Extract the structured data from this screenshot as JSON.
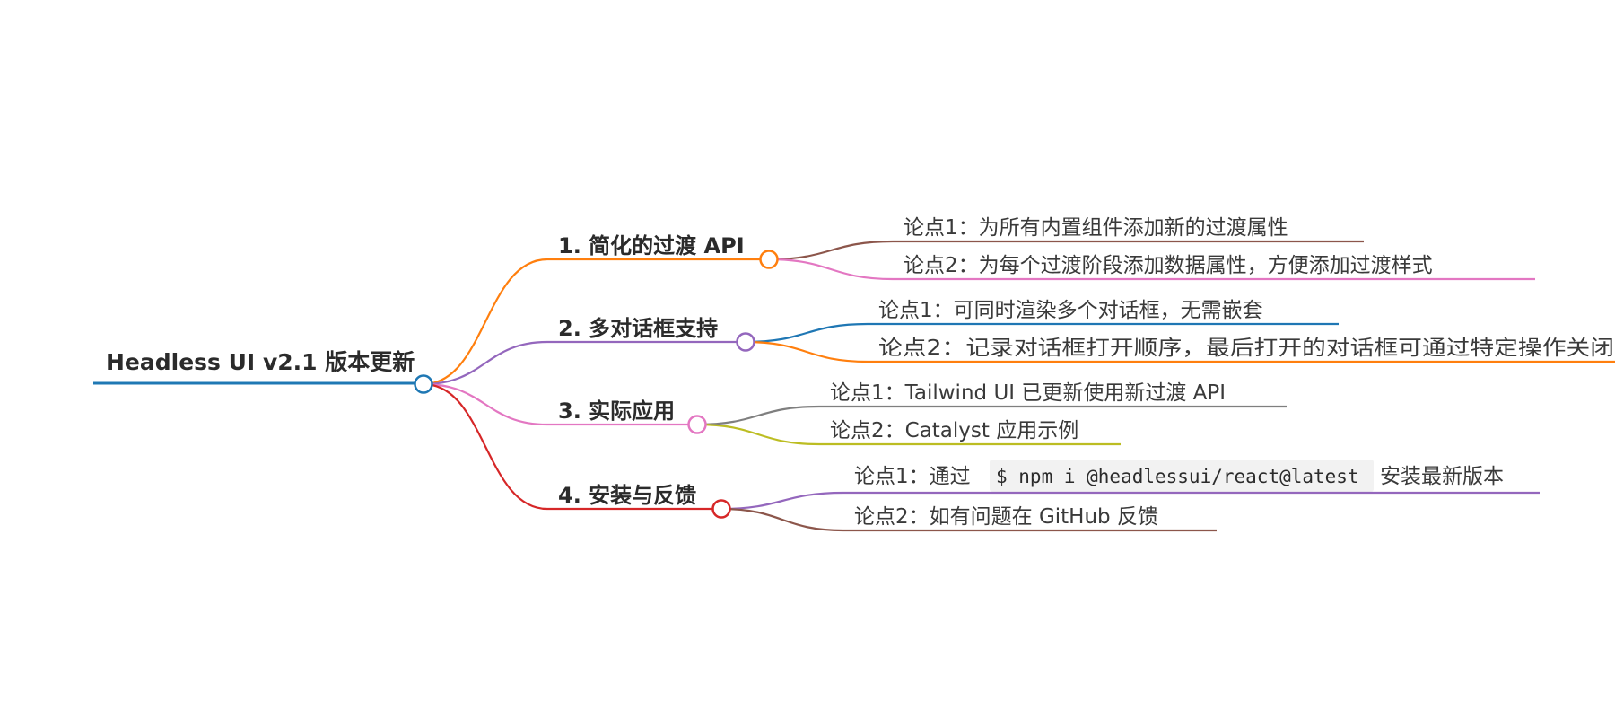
{
  "root": {
    "title": "Headless UI v2.1 版本更新",
    "color": "#1f78b4"
  },
  "branches": [
    {
      "title": "1. 简化的过渡 API",
      "color": "#ff7f0e",
      "leaves": [
        {
          "text": "论点1：为所有内置组件添加新的过渡属性",
          "color": "#8c564b"
        },
        {
          "text": "论点2：为每个过渡阶段添加数据属性，方便添加过渡样式",
          "color": "#e377c2"
        }
      ]
    },
    {
      "title": "2. 多对话框支持",
      "color": "#9467bd",
      "leaves": [
        {
          "text": "论点1：可同时渲染多个对话框，无需嵌套",
          "color": "#1f77b4"
        },
        {
          "text": "论点2：记录对话框打开顺序，最后打开的对话框可通过特定操作关闭",
          "color": "#ff7f0e"
        }
      ]
    },
    {
      "title": "3. 实际应用",
      "color": "#e377c2",
      "leaves": [
        {
          "text": "论点1：Tailwind UI 已更新使用新过渡 API",
          "color": "#7f7f7f"
        },
        {
          "text": "论点2：Catalyst 应用示例",
          "color": "#bcbd22"
        }
      ]
    },
    {
      "title": "4. 安装与反馈",
      "color": "#d62728",
      "leaves": [
        {
          "prefix": "论点1：通过",
          "code": "$ npm i @headlessui/react@latest",
          "suffix": "安装最新版本",
          "color": "#9467bd"
        },
        {
          "text": "论点2：如有问题在 GitHub 反馈",
          "color": "#8c564b"
        }
      ]
    }
  ]
}
